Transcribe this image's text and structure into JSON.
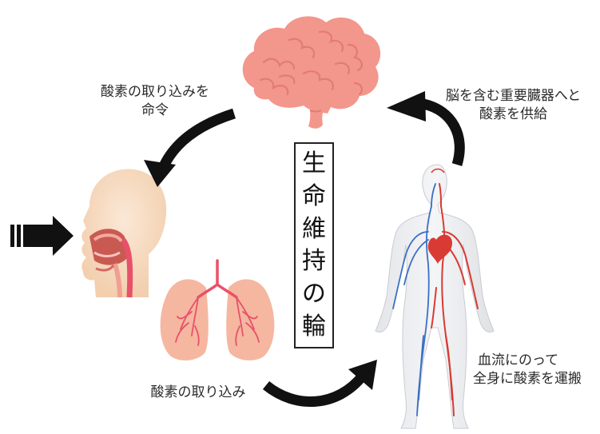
{
  "title_chars": [
    "生",
    "命",
    "維",
    "持",
    "の",
    "輪"
  ],
  "labels": {
    "brain_command": [
      "酸素の取り込みを",
      "命令"
    ],
    "supply": [
      "脳を含む重要臓器へと",
      "酸素を供給"
    ],
    "intake": "酸素の取り込み",
    "bloodflow": [
      "血流にのって",
      "全身に酸素を運搬"
    ]
  },
  "colors": {
    "brain": "#f3968c",
    "head_skin": "#f7dcc3",
    "lung": "#f5b7a0",
    "airway": "#e8516a",
    "artery": "#d93a34",
    "vein": "#3b6fc4",
    "arrow": "#111111"
  },
  "icons": [
    "brain-icon",
    "head-airway-icon",
    "lungs-icon",
    "human-circulation-icon",
    "input-arrow-icon"
  ]
}
